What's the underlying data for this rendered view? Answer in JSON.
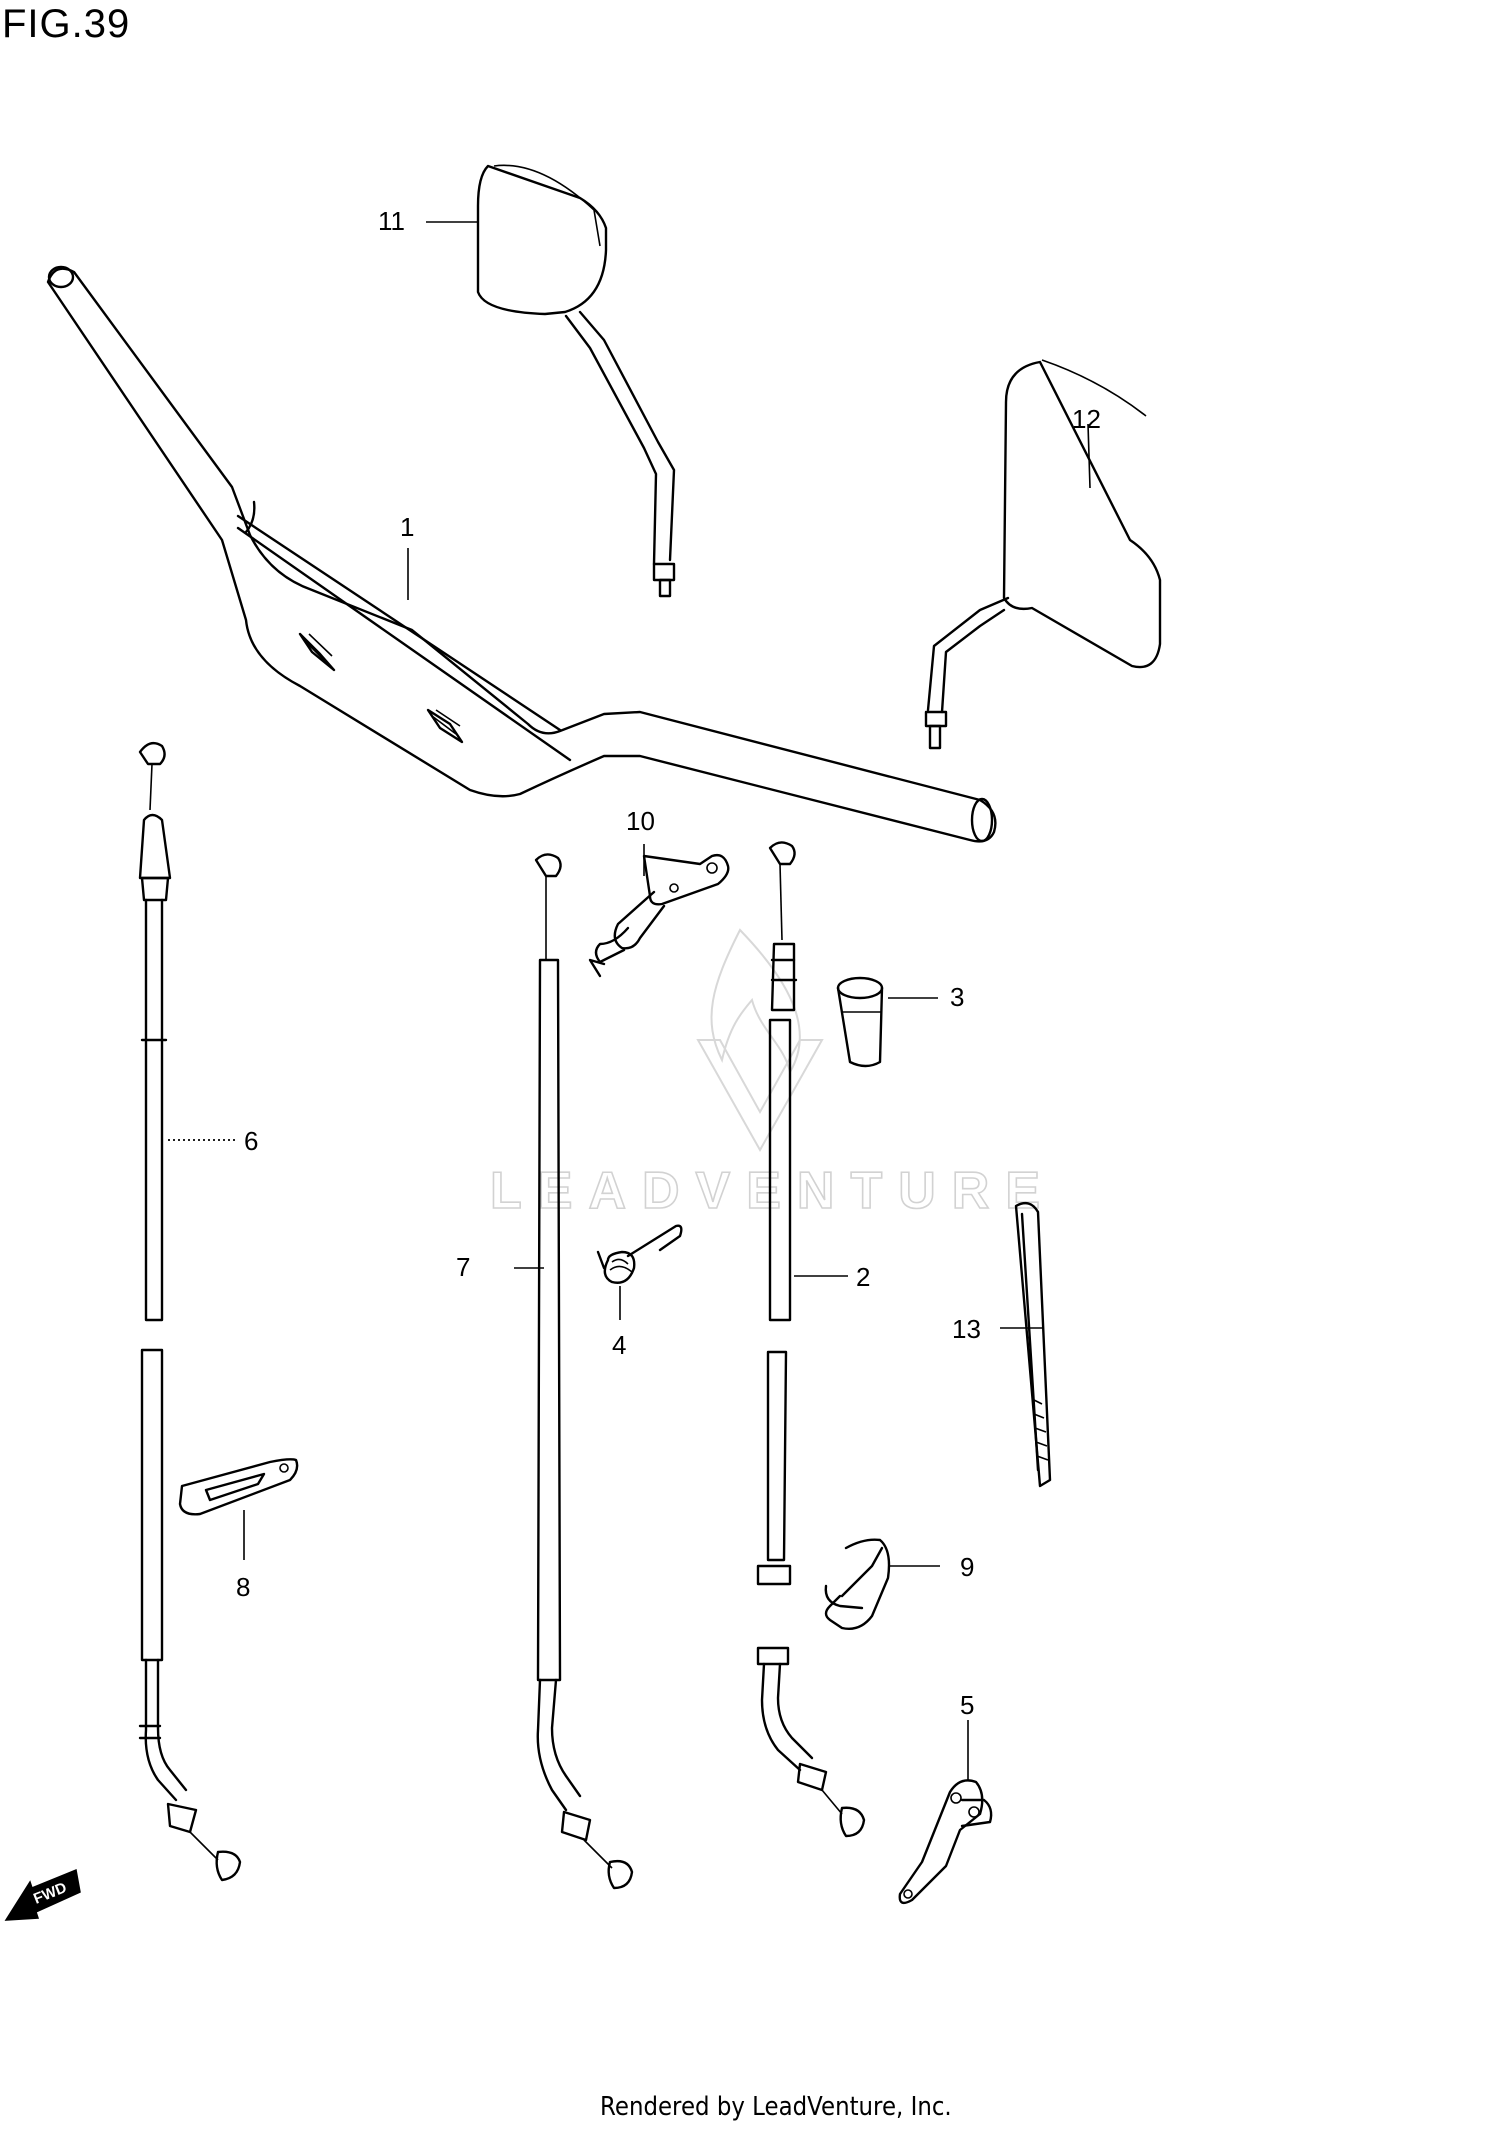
{
  "figure": {
    "title": "FIG.39"
  },
  "footer": {
    "credit": "Rendered by LeadVenture, Inc."
  },
  "watermark": {
    "text": "LEADVENTURE"
  },
  "badges": {
    "forward": "FWD"
  },
  "callouts": {
    "c1": "1",
    "c2": "2",
    "c3": "3",
    "c4": "4",
    "c5": "5",
    "c6": "6",
    "c7": "7",
    "c8": "8",
    "c9": "9",
    "c10": "10",
    "c11": "11",
    "c12": "12",
    "c13": "13"
  },
  "colors": {
    "line": "#000000",
    "background": "#ffffff",
    "watermark": "#d2d2d2"
  }
}
